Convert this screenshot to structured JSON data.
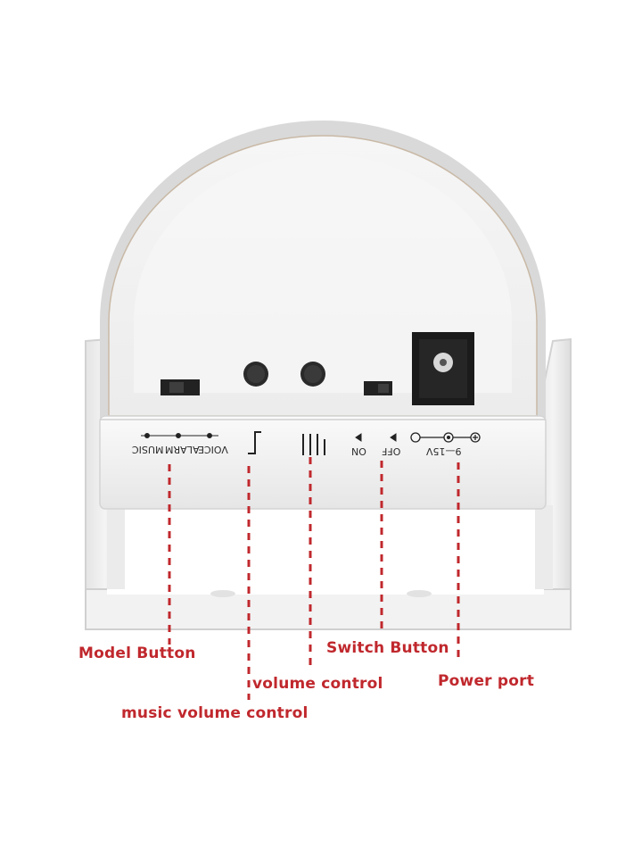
{
  "device": {
    "mode_labels": [
      "VOICE",
      "ALARM",
      "MUSIC"
    ],
    "switch_on": "ON",
    "switch_off": "OFF",
    "power_rating": "9—15V"
  },
  "callouts": {
    "model_button": "Model Button",
    "music_volume_control": "music volume control",
    "volume_control": "volume control",
    "switch_button": "Switch Button",
    "power_port": "Power port"
  },
  "colors": {
    "callout": "#c0282d",
    "body": "#f1f1f1",
    "shadow": "#d4d4d4"
  }
}
